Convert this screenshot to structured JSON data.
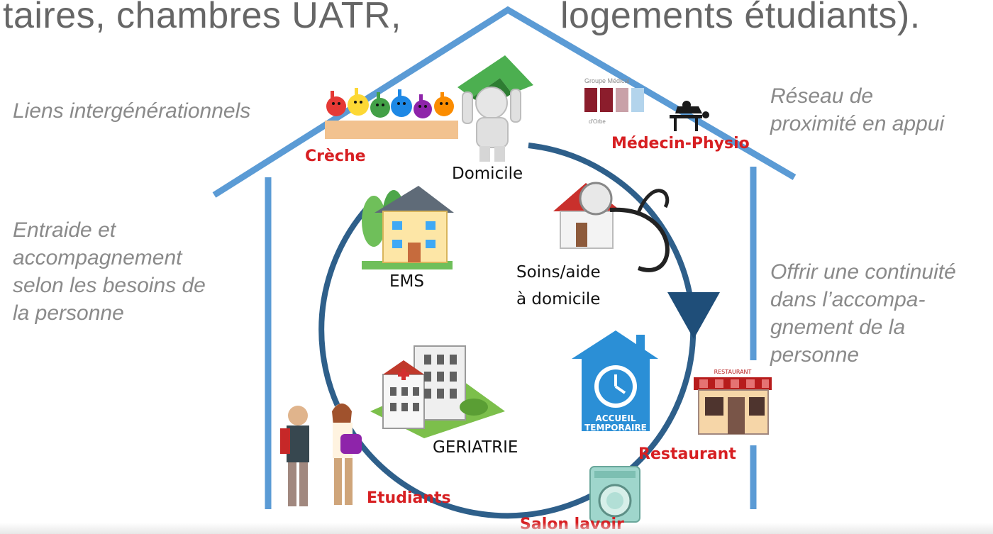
{
  "heading": {
    "line_top_partial": "",
    "line1_left": "taires, chambres UATR,",
    "line1_right": "logements étudiants)."
  },
  "left_notes": {
    "intergenerational": "Liens intergénérationnels",
    "support": [
      "Entraide et",
      "accompagnement",
      "selon les besoins de",
      "la personne"
    ]
  },
  "right_notes": {
    "network": [
      "Réseau de",
      "proximité en appui"
    ],
    "continuity": [
      "Offrir une continuité",
      "dans l’accompa-",
      "gnement de la",
      "personne"
    ]
  },
  "nodes": {
    "domicile": "Domicile",
    "ems": "EMS",
    "soins": [
      "Soins/aide",
      "à domicile"
    ],
    "geriatrie": "GERIATRIE"
  },
  "services": {
    "creche": "Crèche",
    "medecin": "Médecin-Physio",
    "restaurant": "Restaurant",
    "etudiants": "Etudiants",
    "salon": "Salon lavoir"
  },
  "icons": {
    "accueil": [
      "ACCUEIL",
      "TEMPORAIRE"
    ],
    "groupe_medical": "Groupe Médical",
    "groupe_medical_sub": "d'Orbe",
    "restaurant_sign": "RESTAURANT"
  },
  "colors": {
    "house_outline": "#5b9bd5",
    "cycle": "#2e5f8a",
    "red_label": "#d71f22",
    "italic_text": "#8a8a8a"
  }
}
